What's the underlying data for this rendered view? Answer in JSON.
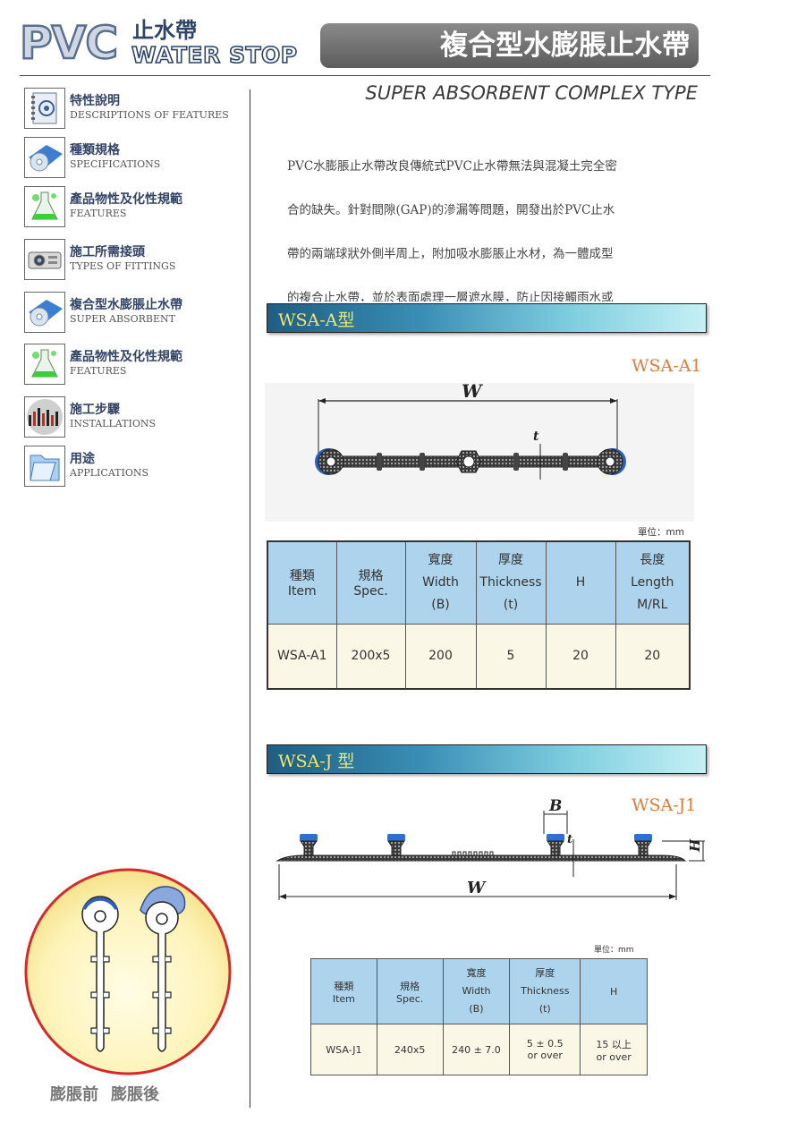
{
  "header": {
    "logo_main": "PVC",
    "logo_zh": "止水帶",
    "logo_en": "WATER STOP",
    "page_title": "複合型水膨脹止水帶",
    "subtitle": "SUPER ABSORBENT COMPLEX TYPE"
  },
  "sidebar": {
    "items": [
      {
        "zh": "特性說明",
        "en": "DESCRIPTIONS OF FEATURES",
        "icon": "notebook-icon"
      },
      {
        "zh": "種類規格",
        "en": "SPECIFICATIONS",
        "icon": "cd-icon"
      },
      {
        "zh": "產品物性及化性規範",
        "en": "FEATURES",
        "icon": "flask-icon"
      },
      {
        "zh": "施工所需接頭",
        "en": "TYPES OF FITTINGS",
        "icon": "projector-icon"
      },
      {
        "zh": "複合型水膨脹止水帶",
        "en": "SUPER ABSORBENT",
        "icon": "cd-icon"
      },
      {
        "zh": "產品物性及化性規範",
        "en": "FEATURES",
        "icon": "flask-icon"
      },
      {
        "zh": "施工步驟",
        "en": "INSTALLATIONS",
        "icon": "equalizer-icon"
      },
      {
        "zh": "用途",
        "en": "APPLICATIONS",
        "icon": "folder-icon"
      }
    ]
  },
  "intro": {
    "lines": [
      "PVC水膨脹止水帶改良傳統式PVC止水帶無法與混凝土完全密",
      "合的缺失。針對間隙(GAP)的滲漏等問題，開發出於PVC止水",
      "帶的兩端球狀外側半周上，附加吸水膨脹止水材，為一體成型",
      "的複合止水帶，並於表面處理一層遮水膜，防止因接觸雨水或"
    ]
  },
  "section_a": {
    "title": "WSA-A型",
    "figure_label": "WSA-A1",
    "dim_w": "W",
    "dim_t": "t",
    "unit": "單位：mm",
    "table": {
      "headers": [
        [
          "種類",
          "Item"
        ],
        [
          "規格",
          "Spec."
        ],
        [
          "寬度",
          "Width",
          "(B)"
        ],
        [
          "厚度",
          "Thickness",
          "(t)"
        ],
        [
          "H"
        ],
        [
          "長度",
          "Length",
          "M/RL"
        ]
      ],
      "rows": [
        [
          "WSA-A1",
          "200x5",
          "200",
          "5",
          "20",
          "20"
        ]
      ]
    }
  },
  "section_j": {
    "title": "WSA-J 型",
    "figure_label": "WSA-J1",
    "dim_b": "B",
    "dim_w": "W",
    "dim_h": "H",
    "dim_t": "t",
    "unit": "單位：mm",
    "table": {
      "headers": [
        [
          "種類",
          "Item"
        ],
        [
          "規格",
          "Spec."
        ],
        [
          "寬度",
          "Width",
          "(B)"
        ],
        [
          "厚度",
          "Thickness",
          "(t)"
        ],
        [
          "H"
        ]
      ],
      "rows": [
        [
          [
            "WSA-J1"
          ],
          [
            "240x5"
          ],
          [
            "240 ± 7.0"
          ],
          [
            "5 ± 0.5",
            "or over"
          ],
          [
            "15 以上",
            "or over"
          ]
        ]
      ]
    }
  },
  "expansion": {
    "before": "膨脹前",
    "after": "膨脹後"
  },
  "colors": {
    "nav_text": "#334466",
    "section_label": "#f2e76a",
    "figure_label": "#e07a3a",
    "table_header": "#aed3ec",
    "table_body": "#fbf7e6",
    "circle_border": "#d62a2a"
  }
}
